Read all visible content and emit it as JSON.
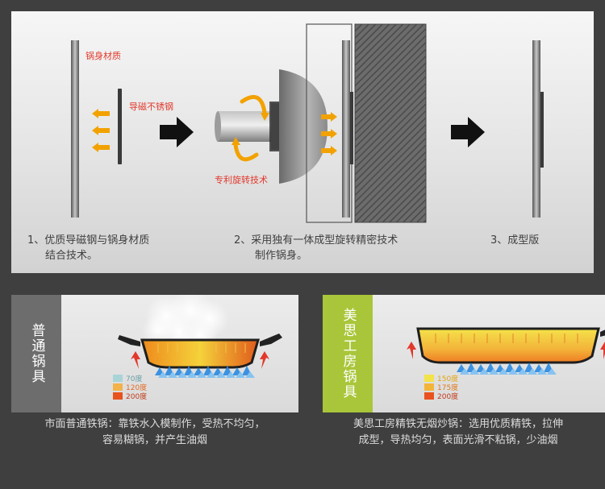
{
  "process": {
    "labels": {
      "pot_material": "锅身材质",
      "magnetic_steel": "导磁不锈钢",
      "patent_spin": "专利旋转技术"
    },
    "steps": [
      {
        "num": "1、",
        "line1": "优质导磁钢与锅身材质",
        "line2": "结合技术。"
      },
      {
        "num": "2、",
        "line1": "采用独有一体成型旋转精密技术",
        "line2": "制作锅身。"
      },
      {
        "num": "3、",
        "line1": "成型版",
        "line2": ""
      }
    ]
  },
  "comparison": {
    "ordinary": {
      "title": "普通锅具",
      "legend": [
        "70度",
        "120度",
        "200度"
      ],
      "description_line1": "市面普通铁锅：靠铁水入模制作，受热不均匀，",
      "description_line2": "容易糊锅，并产生油烟"
    },
    "meisi": {
      "title": "美思工房锅具",
      "legend": [
        "150度",
        "175度",
        "200度"
      ],
      "description_line1": "美思工房精铁无烟炒锅：选用优质精铁，拉伸",
      "description_line2": "成型，导热均匀，表面光滑不粘锅，少油烟"
    }
  },
  "colors": {
    "accent_red": "#e2382b",
    "arrow_orange": "#f2a200",
    "green_band": "#a9c63a",
    "gray_band": "#6d6d6d",
    "flame_blue": "#2b8ae0"
  }
}
